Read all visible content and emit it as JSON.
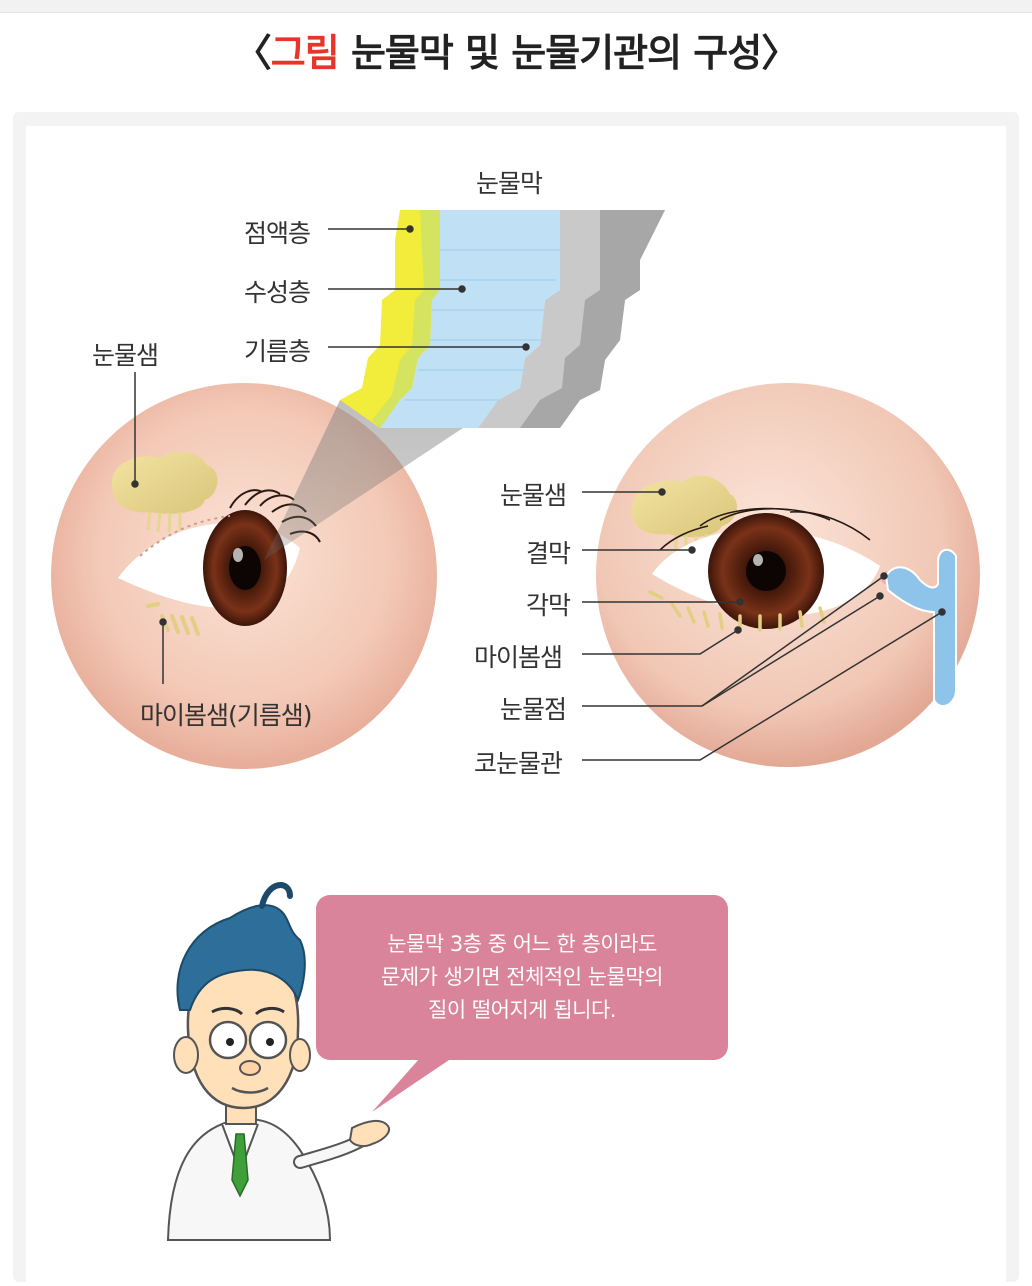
{
  "title": {
    "open_bracket": "〈",
    "accent": "그림",
    "rest": " 눈물막 및 눈물기관의 구성",
    "close_bracket": "〉"
  },
  "tear_film": {
    "title": "눈물막",
    "layers": [
      "점액층",
      "수성층",
      "기름층"
    ]
  },
  "left_eye": {
    "lacrimal_gland": "눈물샘",
    "meibomian_gland": "마이봄샘(기름샘)"
  },
  "right_eye": {
    "labels": [
      "눈물샘",
      "결막",
      "각막",
      "마이봄샘",
      "눈물점",
      "코눈물관"
    ]
  },
  "speech_bubble": {
    "lines": [
      "눈물막 3층 중 어느 한 층이라도",
      "문제가 생기면 전체적인 눈물막의",
      "질이 떨어지게 됩니다."
    ]
  },
  "colors": {
    "accent": "#e8352b",
    "bubble": "#d9849a",
    "mucin_layer": "#f2ec3a",
    "aqueous_layer": "#bfe0f5",
    "lipid_layer": "#c9c9c9",
    "skin": "#f4cdbd",
    "iris": "#5a2412",
    "duct": "#8ec4ea"
  }
}
